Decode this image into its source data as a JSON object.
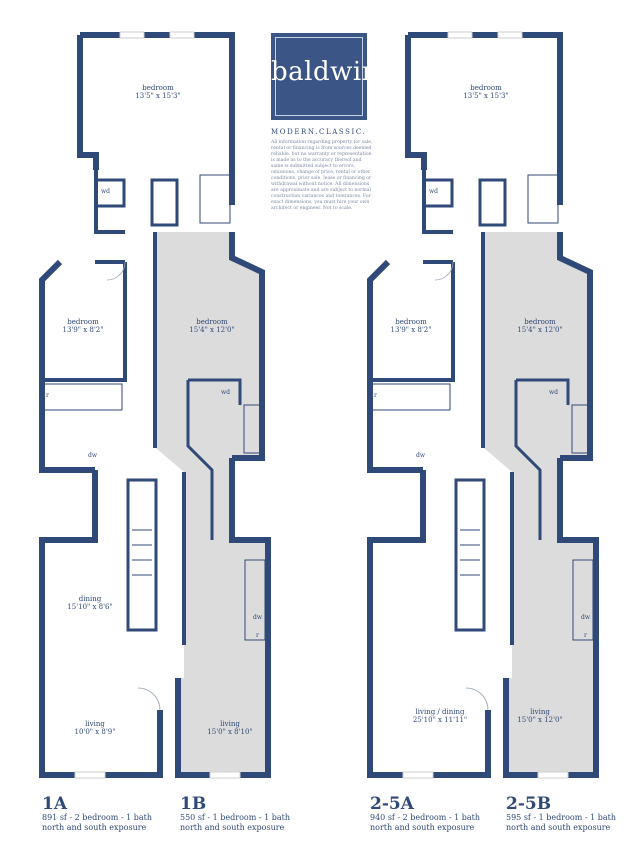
{
  "brand": {
    "name": "baldwin",
    "tagline": "MODERN.CLASSIC."
  },
  "disclaimer": "All information regarding property for sale, rental or financing is from sources deemed reliable, but no warranty or representation is made as to the accuracy thereof and same is submitted subject to errors, omissions, change of price, rental or other conditions, prior sale, lease or financing or withdrawal without notice. All dimensions are approximate and are subject to normal construction variances and tolerances. For exact dimensions, you must hire your own architect or engineer. Not to scale.",
  "colors": {
    "wall": "#2f4a78",
    "shade": "#dcdcdc",
    "window": "#cfcfcf"
  },
  "rooms": {
    "bedroom_top_left": {
      "name": "bedroom",
      "dims": "13'5\" x 15'3\""
    },
    "bedroom_mid_left": {
      "name": "bedroom",
      "dims": "13'9\" x 8'2\""
    },
    "bedroom_1b": {
      "name": "bedroom",
      "dims": "15'4\" x 12'0\""
    },
    "dining_1a": {
      "name": "dining",
      "dims": "15'10\" x 8'6\""
    },
    "living_1a": {
      "name": "living",
      "dims": "10'0\" x 8'9\""
    },
    "living_1b": {
      "name": "living",
      "dims": "15'0\" x 8'10\""
    },
    "bedroom_top_right": {
      "name": "bedroom",
      "dims": "13'5\" x 15'3\""
    },
    "bedroom_mid_right": {
      "name": "bedroom",
      "dims": "13'9\" x 8'2\""
    },
    "bedroom_25b": {
      "name": "bedroom",
      "dims": "15'4\" x 12'0\""
    },
    "living_dining_25a": {
      "name": "living / dining",
      "dims": "25'10\" x 11'11\""
    },
    "living_25b": {
      "name": "living",
      "dims": "15'0\" x 12'0\""
    }
  },
  "fixtures": {
    "wd": "wd",
    "dw": "dw",
    "r": "r"
  },
  "units": [
    {
      "name": "1A",
      "line1": "891 sf - 2 bedroom - 1 bath",
      "line2": "north and south exposure"
    },
    {
      "name": "1B",
      "line1": "550 sf - 1 bedroom - 1 bath",
      "line2": "north and south exposure"
    },
    {
      "name": "2-5A",
      "line1": "940 sf - 2 bedroom - 1 bath",
      "line2": "north and south exposure"
    },
    {
      "name": "2-5B",
      "line1": "595 sf - 1 bedroom - 1 bath",
      "line2": "north and south exposure"
    }
  ]
}
